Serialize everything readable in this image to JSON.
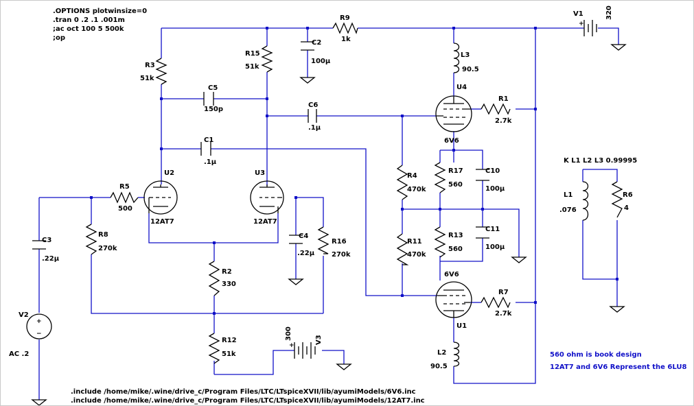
{
  "directives": [
    ".OPTIONS plotwinsize=0",
    ".tran 0 .2 .1 .001m",
    ";ac oct 100 5 500k",
    ";op"
  ],
  "includes": [
    ".include /home/mike/.wine/drive_c/Program Files/LTC/LTspiceXVII/lib/ayumiModels/6V6.inc",
    ".include /home/mike/.wine/drive_c/Program Files/LTC/LTspiceXVII/lib/ayumiModels/12AT7.inc"
  ],
  "notes": [
    "560 ohm is book design",
    "12AT7 and 6V6 Represent the 6LU8"
  ],
  "coupling": "K L1 L2 L3 0.99995",
  "colors": {
    "wire": "#1010c8",
    "component": "#000000"
  },
  "components": {
    "R9": {
      "name": "R9",
      "value": "1k"
    },
    "C2": {
      "name": "C2",
      "value": "100µ"
    },
    "V1": {
      "name": "V1",
      "value": "320"
    },
    "L3": {
      "name": "L3",
      "value": "90.5"
    },
    "R3": {
      "name": "R3",
      "value": "51k"
    },
    "R15": {
      "name": "R15",
      "value": "51k"
    },
    "C5": {
      "name": "C5",
      "value": "150p"
    },
    "C6": {
      "name": "C6",
      "value": ".1µ"
    },
    "U4": {
      "name": "U4",
      "value": "6V6"
    },
    "R1": {
      "name": "R1",
      "value": "2.7k"
    },
    "C1": {
      "name": "C1",
      "value": ".1µ"
    },
    "R17": {
      "name": "R17",
      "value": "560"
    },
    "C10": {
      "name": "C10",
      "value": "100µ"
    },
    "R4": {
      "name": "R4",
      "value": "470k"
    },
    "U2": {
      "name": "U2",
      "value": "12AT7"
    },
    "U3": {
      "name": "U3",
      "value": "12AT7"
    },
    "R5": {
      "name": "R5",
      "value": "500"
    },
    "R8": {
      "name": "R8",
      "value": "270k"
    },
    "C3": {
      "name": "C3",
      "value": ".22µ"
    },
    "C4": {
      "name": "C4",
      "value": ".22µ"
    },
    "R16": {
      "name": "R16",
      "value": "270k"
    },
    "R2": {
      "name": "R2",
      "value": "330"
    },
    "R11": {
      "name": "R11",
      "value": "470k"
    },
    "R13": {
      "name": "R13",
      "value": "560"
    },
    "C11": {
      "name": "C11",
      "value": "100µ"
    },
    "U1": {
      "name": "U1",
      "value": "6V6"
    },
    "R7": {
      "name": "R7",
      "value": "2.7k"
    },
    "V2": {
      "name": "V2",
      "value": "AC .2"
    },
    "R12": {
      "name": "R12",
      "value": "51k"
    },
    "V3": {
      "name": "V3",
      "value": "300"
    },
    "L2": {
      "name": "L2",
      "value": "90.5"
    },
    "L1": {
      "name": "L1",
      "value": ".076"
    },
    "R6": {
      "name": "R6",
      "value": "4"
    }
  }
}
